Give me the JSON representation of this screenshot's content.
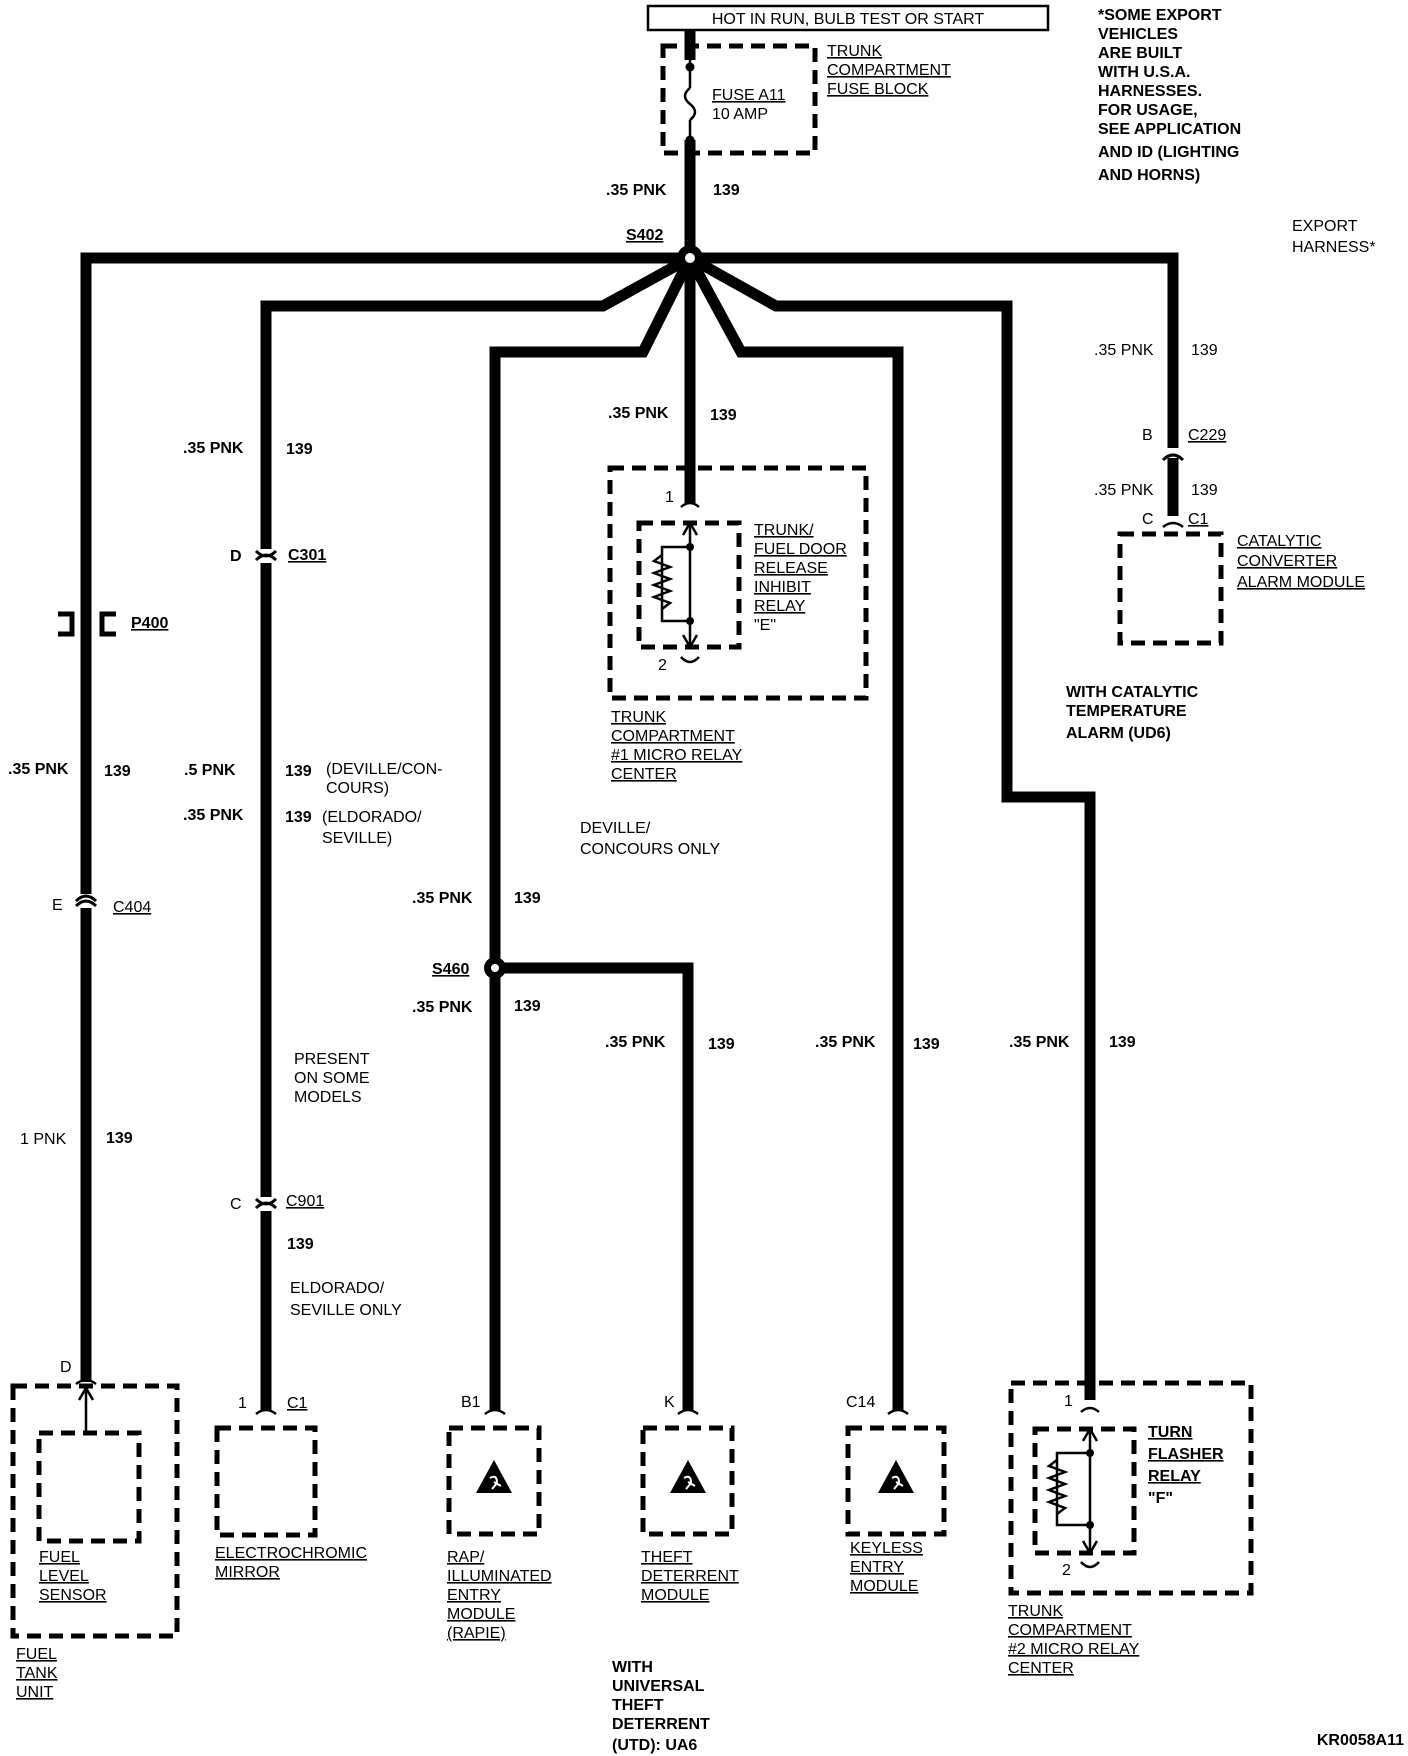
{
  "header": {
    "power_label": "HOT IN RUN, BULB TEST OR START",
    "fuse_block_label": [
      "TRUNK",
      "COMPARTMENT",
      "FUSE BLOCK"
    ],
    "fuse_name": "FUSE A11",
    "fuse_rating": "10 AMP",
    "export_note": [
      "*SOME EXPORT",
      "VEHICLES",
      "ARE BUILT",
      "WITH U.S.A.",
      "HARNESSES.",
      "FOR USAGE,",
      "SEE APPLICATION",
      "AND ID (LIGHTING",
      "AND HORNS)"
    ],
    "export_harness": [
      "EXPORT",
      "HARNESS*"
    ]
  },
  "wire": {
    "gauge_035": ".35 PNK",
    "gauge_05": ".5 PNK",
    "gauge_1": "1 PNK",
    "circuit": "139"
  },
  "splices": {
    "s402": "S402",
    "s460": "S460"
  },
  "connectors": {
    "p400": "P400",
    "c301": "C301",
    "c301_pin": "D",
    "c404": "C404",
    "c404_pin": "E",
    "c901": "C901",
    "c901_pin": "C",
    "c229": "C229",
    "c229_pin": "B",
    "c1_cat": "C1",
    "c1_cat_pin": "C",
    "d_pin": "D",
    "c1_mirror": "C1",
    "c1_mirror_pin": "1",
    "b1": "B1",
    "k": "K",
    "c14": "C14",
    "relay_e_pin1": "1",
    "relay_e_pin2": "2",
    "relay_f_pin1": "1",
    "relay_f_pin2": "2"
  },
  "notes": {
    "deville_concours_line1": "(DEVILLE/CON-",
    "deville_concours_line2": "COURS)",
    "eldorado_seville_line1": "(ELDORADO/",
    "eldorado_seville_line2": "SEVILLE)",
    "deville_only": [
      "DEVILLE/",
      "CONCOURS ONLY"
    ],
    "present_some": [
      "PRESENT",
      "ON SOME",
      "MODELS"
    ],
    "eldorado_only": [
      "ELDORADO/",
      "SEVILLE ONLY"
    ],
    "catalytic": [
      "WITH CATALYTIC",
      "TEMPERATURE",
      "ALARM (UD6)"
    ],
    "utd": [
      "WITH",
      "UNIVERSAL",
      "THEFT",
      "DETERRENT",
      "(UTD): UA6"
    ]
  },
  "components": {
    "relay_e": [
      "TRUNK/",
      "FUEL DOOR",
      "RELEASE",
      "INHIBIT",
      "RELAY",
      "\"E\""
    ],
    "micro_relay_1": [
      "TRUNK",
      "COMPARTMENT",
      "#1 MICRO RELAY",
      "CENTER"
    ],
    "cat_module": [
      "CATALYTIC",
      "CONVERTER",
      "ALARM MODULE"
    ],
    "fuel_sensor": [
      "FUEL",
      "LEVEL",
      "SENSOR"
    ],
    "fuel_tank": [
      "FUEL",
      "TANK",
      "UNIT"
    ],
    "mirror": [
      "ELECTROCHROMIC",
      "MIRROR"
    ],
    "rapie": [
      "RAP/",
      "ILLUMINATED",
      "ENTRY",
      "MODULE",
      "(RAPIE)"
    ],
    "theft": [
      "THEFT",
      "DETERRENT",
      "MODULE"
    ],
    "keyless": [
      "KEYLESS",
      "ENTRY",
      "MODULE"
    ],
    "relay_f": [
      "TURN",
      "FLASHER",
      "RELAY",
      "\"F\""
    ],
    "micro_relay_2": [
      "TRUNK",
      "COMPARTMENT",
      "#2 MICRO RELAY",
      "CENTER"
    ]
  },
  "footer": {
    "code": "KR0058A11"
  }
}
